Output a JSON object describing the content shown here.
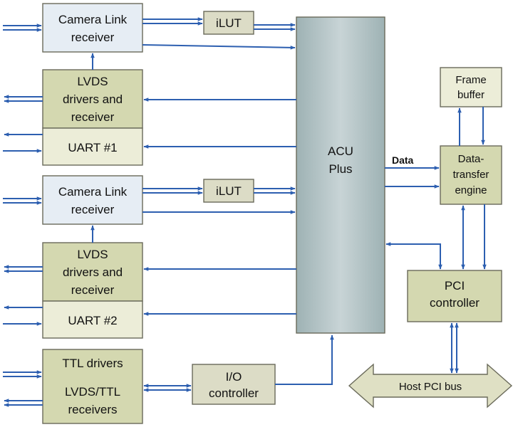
{
  "colors": {
    "receiver_fill": "#e6edf4",
    "driver_fill": "#d4d8b0",
    "uart_fill": "#ecedd8",
    "acu_fill": "#a6b8ba",
    "arrow": "#2d5fb0",
    "bus_fill": "#dfe0c4"
  },
  "blocks": {
    "camera_link_1": [
      "Camera Link",
      "receiver"
    ],
    "ilut_1": "iLUT",
    "lvds_1": [
      "LVDS",
      "drivers and",
      "receiver"
    ],
    "uart_1": "UART #1",
    "camera_link_2": [
      "Camera Link",
      "receiver"
    ],
    "ilut_2": "iLUT",
    "lvds_2": [
      "LVDS",
      "drivers and",
      "receiver"
    ],
    "uart_2": "UART #2",
    "ttl": [
      "TTL drivers",
      "LVDS/TTL",
      "receivers"
    ],
    "io_controller": [
      "I/O",
      "controller"
    ],
    "acu": [
      "ACU",
      "Plus"
    ],
    "frame_buffer": [
      "Frame",
      "buffer"
    ],
    "dte": [
      "Data-",
      "transfer",
      "engine"
    ],
    "pci_controller": [
      "PCI",
      "controller"
    ],
    "host_bus": "Host PCI bus"
  },
  "labels": {
    "data": "Data"
  }
}
